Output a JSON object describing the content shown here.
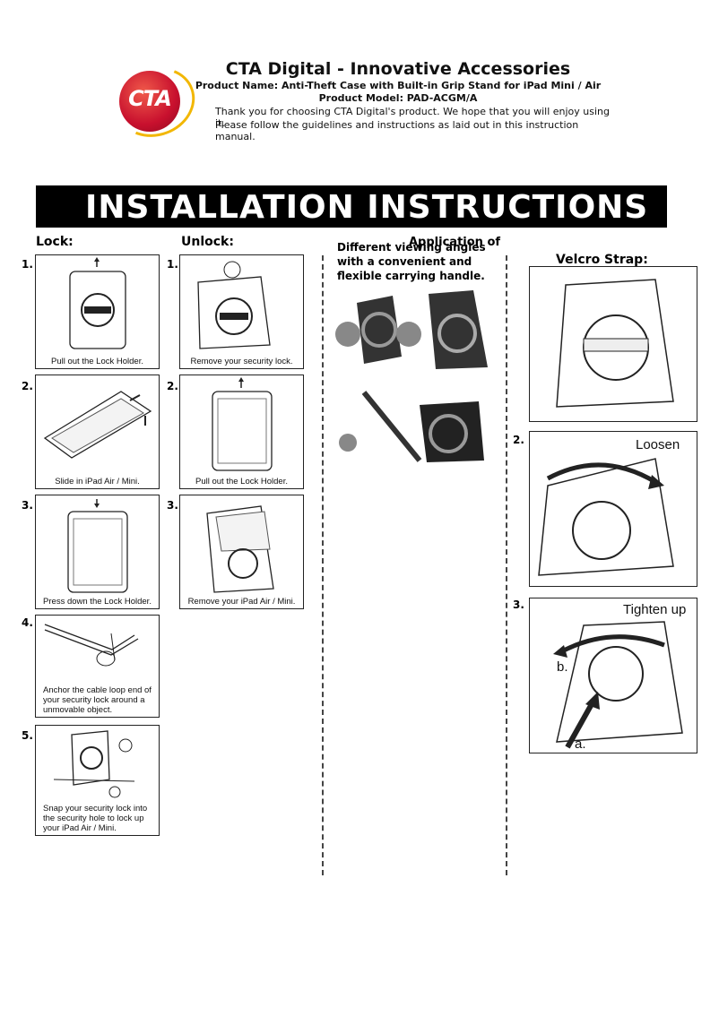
{
  "header": {
    "logo_text": "CTA",
    "company": "CTA Digital - Innovative Accessories",
    "product_name": "Product Name:  Anti-Theft Case with Built-in Grip Stand for iPad Mini / Air",
    "product_model": "Product Model: PAD-ACGM/A",
    "thanks_line1": "Thank you for choosing CTA Digital's product. We hope that you will enjoy using it.",
    "thanks_line2": "Please follow the guidelines and instructions as laid out in this instruction manual."
  },
  "banner": "INSTALLATION INSTRUCTIONS",
  "lock": {
    "heading": "Lock:",
    "steps": [
      {
        "num": "1.",
        "caption": "Pull out the Lock Holder."
      },
      {
        "num": "2.",
        "caption": "Slide in iPad Air / Mini."
      },
      {
        "num": "3.",
        "caption": "Press down the Lock Holder."
      },
      {
        "num": "4.",
        "caption": [
          "Anchor the cable loop end of",
          "your security lock around a",
          "unmovable object."
        ]
      },
      {
        "num": "5.",
        "caption": [
          "Snap your security lock into",
          "the security hole to lock up",
          "your iPad Air / Mini."
        ]
      }
    ]
  },
  "unlock": {
    "heading": "Unlock:",
    "steps": [
      {
        "num": "1.",
        "caption": "Remove your security lock."
      },
      {
        "num": "2.",
        "caption": "Pull out the Lock Holder."
      },
      {
        "num": "3.",
        "caption": "Remove your iPad Air / Mini."
      }
    ]
  },
  "application": {
    "heading": "Application of",
    "text": [
      "Different viewing angles",
      "with a convenient and",
      "flexible carrying handle."
    ]
  },
  "velcro": {
    "heading": "Velcro Strap:",
    "steps": [
      {
        "num": "",
        "label": ""
      },
      {
        "num": "2.",
        "label": "Loosen"
      },
      {
        "num": "3.",
        "label": "Tighten up",
        "label_a": "a.",
        "label_b": "b."
      }
    ]
  }
}
